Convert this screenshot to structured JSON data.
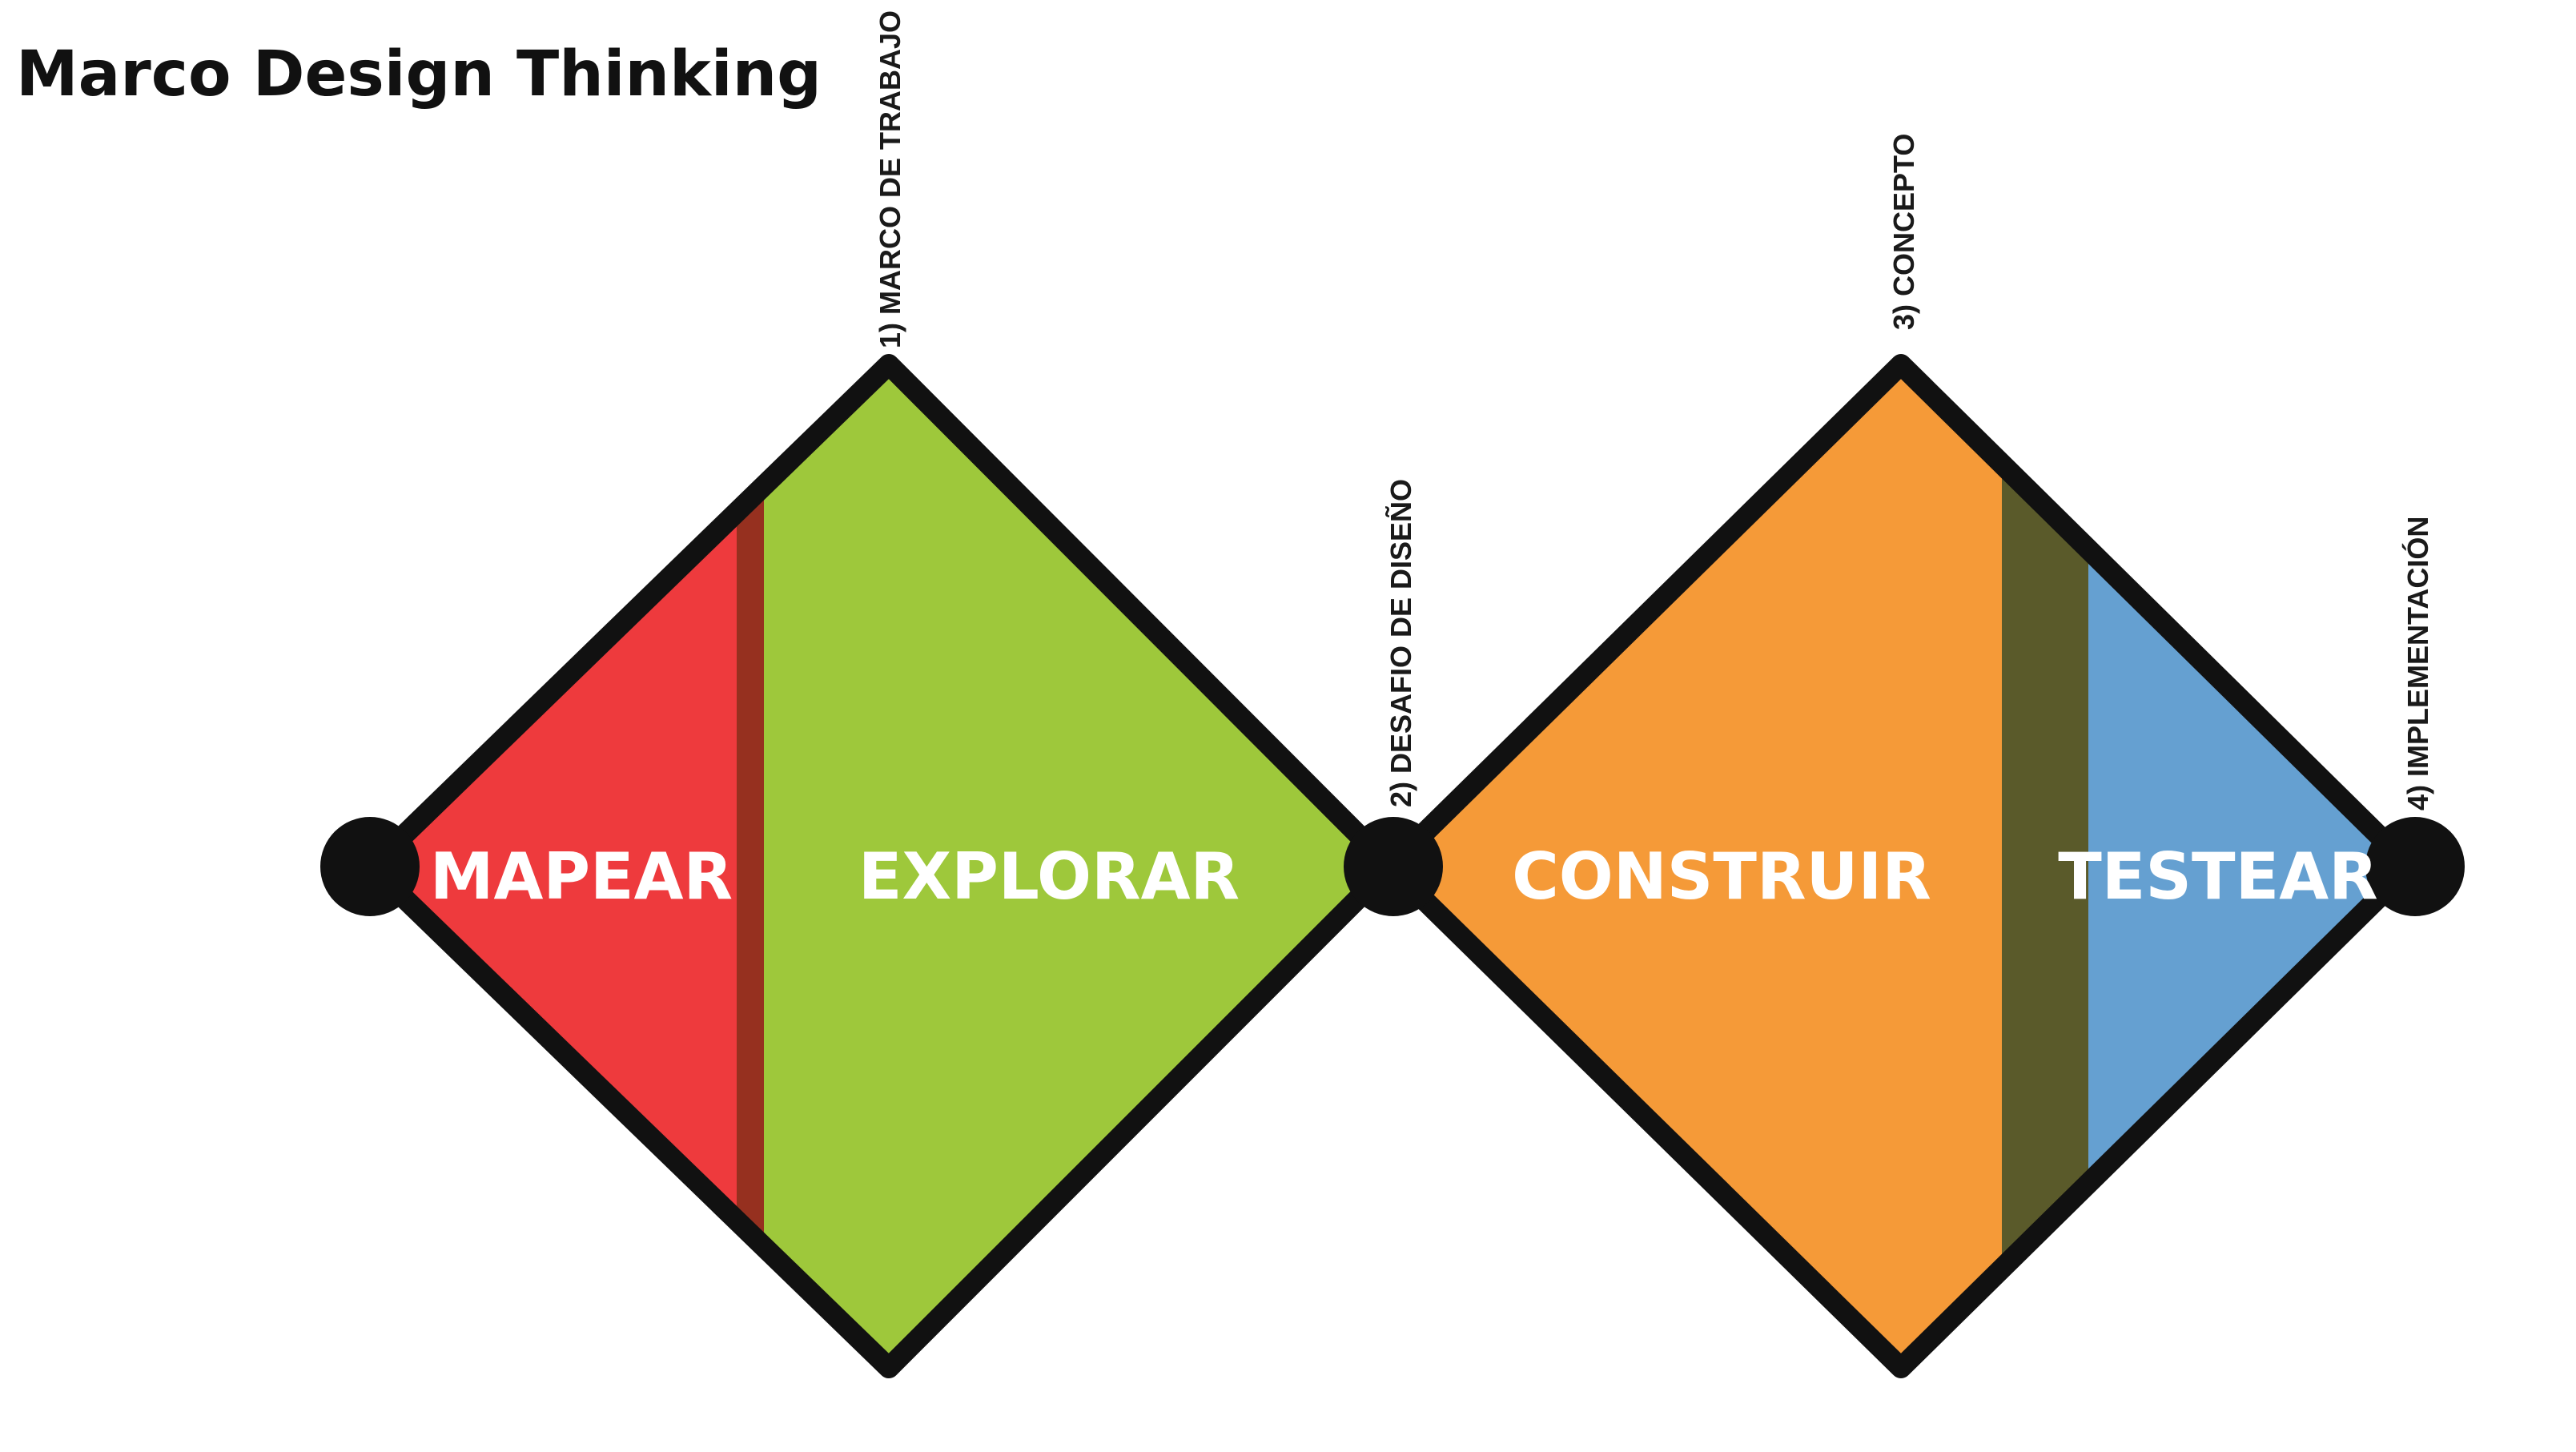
{
  "title": "Marco Design Thinking",
  "phases": [
    {
      "label": "MAPEAR",
      "color": "#ee3a3d"
    },
    {
      "label": "EXPLORAR",
      "color": "#9ec83b"
    },
    {
      "label": "CONSTRUIR",
      "color": "#f59a38"
    },
    {
      "label": "TESTEAR",
      "color": "#65a0d1"
    }
  ],
  "dividers": [
    {
      "color": "#96301f"
    },
    {
      "color": "#5a5a2a"
    }
  ],
  "milestones": [
    {
      "label": "1) MARCO DE TRABAJO"
    },
    {
      "label": "2) DESAFIO DE DISEÑO"
    },
    {
      "label": "3) CONCEPTO"
    },
    {
      "label": "4) IMPLEMENTACIÓN"
    }
  ],
  "colors": {
    "outline": "#111111",
    "node": "#111111"
  }
}
